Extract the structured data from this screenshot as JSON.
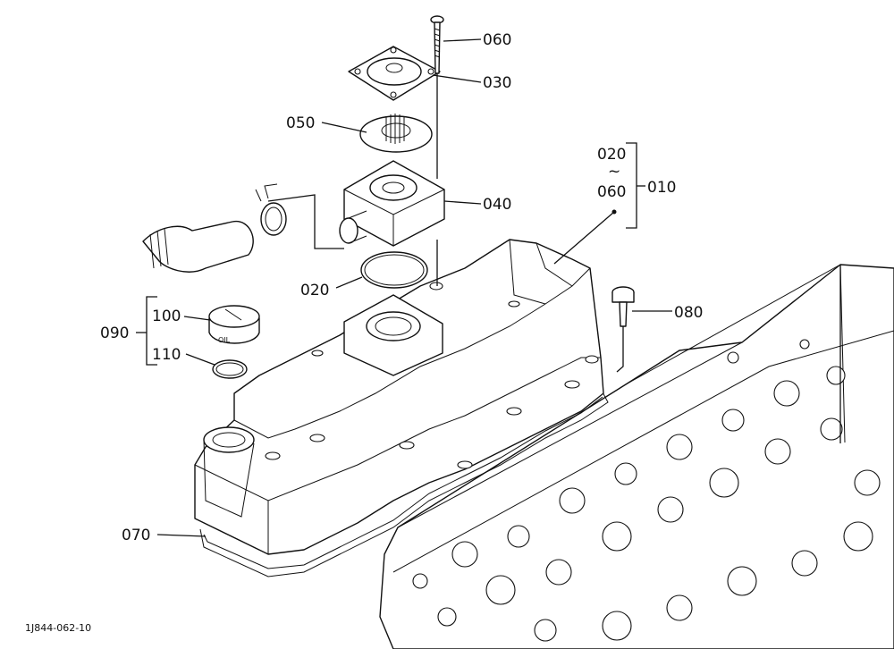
{
  "labels": {
    "p060_top": "060",
    "p030": "030",
    "p050": "050",
    "p040": "040",
    "p020": "020",
    "p010": "010",
    "range_from": "020",
    "range_sep": "~",
    "range_to": "060",
    "p080": "080",
    "p090": "090",
    "p100": "100",
    "p110": "110",
    "p070": "070"
  },
  "cap_text": "OIL",
  "drawing_code": "1J844-062-10"
}
